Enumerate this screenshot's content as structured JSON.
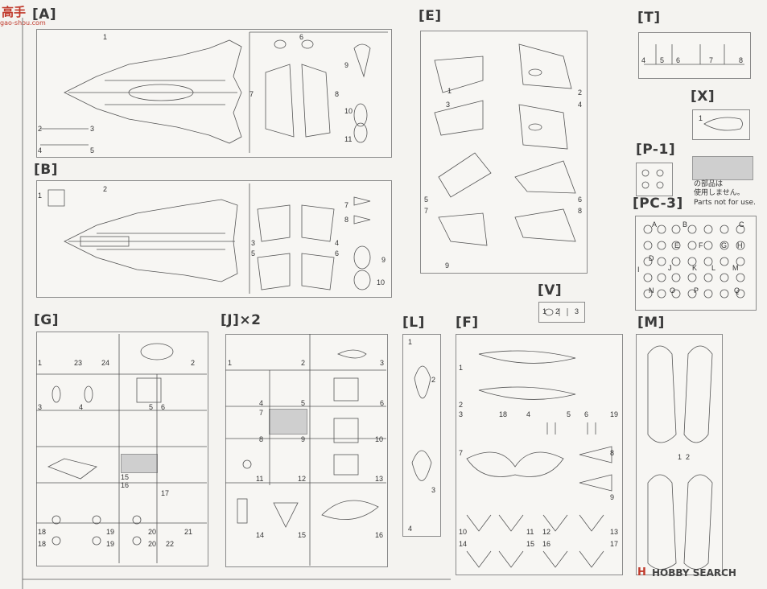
{
  "watermark": {
    "chars": "高手",
    "url": "gao-shou.com"
  },
  "sprues": {
    "A": "[A]",
    "B": "[B]",
    "E": "[E]",
    "T": "[T]",
    "X": "[X]",
    "P1": "[P-1]",
    "PC3": "[PC-3]",
    "V": "[V]",
    "G": "[G]",
    "J": "[J]×2",
    "L": "[L]",
    "F": "[F]",
    "M": "[M]"
  },
  "unused_note": {
    "line1": "の部品は",
    "line2": "使用しません。",
    "line3": "Parts not for use."
  },
  "footer": {
    "brand": "H",
    "logo_text": "HOBBY SEARCH"
  },
  "pc3_letters": [
    "A",
    "B",
    "C",
    "D",
    "E",
    "F",
    "G",
    "H",
    "I",
    "J",
    "K",
    "L",
    "M",
    "N",
    "O",
    "P",
    "Q"
  ]
}
